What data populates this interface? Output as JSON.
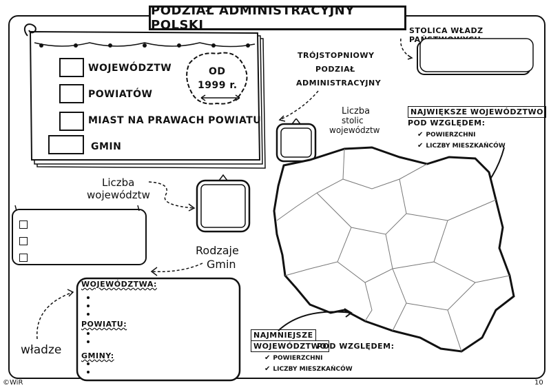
{
  "title": "PODZIAŁ ADMINISTRACYJNY POLSKI",
  "notebook": {
    "items": [
      "WOJEWÓDZTW",
      "POWIATÓW",
      "MIAST NA PRAWACH POWIATU",
      "GMIN"
    ],
    "badge_line1": "OD",
    "badge_line2": "1999 r."
  },
  "labels": {
    "capital": "STOLICA WŁADZ PAŃSTWOWYCH",
    "three_tier_1": "TRÓJSTOPNIOWY",
    "three_tier_2": "PODZIAŁ",
    "three_tier_3": "ADMINISTRACYJNY",
    "capitals_count_1": "Liczba",
    "capitals_count_2": "stolic",
    "capitals_count_3": "województw",
    "voivodeship_count_1": "Liczba",
    "voivodeship_count_2": "województw",
    "commune_types_1": "Rodzaje",
    "commune_types_2": "Gmin",
    "authorities": "władze"
  },
  "largest": {
    "title": "NAJWIĘKSZE WOJEWÓDZTWO",
    "subtitle": "POD WZGLĘDEM:",
    "items": [
      "POWIERZCHNI",
      "LICZBY MIESZKAŃCÓW"
    ]
  },
  "smallest": {
    "title_1": "NAJMNIEJSZE",
    "title_2": "WOJEWÓDZTWO",
    "subtitle": "POD WZGLĘDEM:",
    "items": [
      "POWIERZCHNI",
      "LICZBY MIESZKAŃCÓW"
    ]
  },
  "authorities_box": {
    "sections": [
      "WOJEWÓDZTWA:",
      "POWIATU:",
      "GMINY:"
    ]
  },
  "footer": {
    "copyright": "©WiR",
    "page": "10"
  },
  "icons": {
    "check": "✔"
  }
}
